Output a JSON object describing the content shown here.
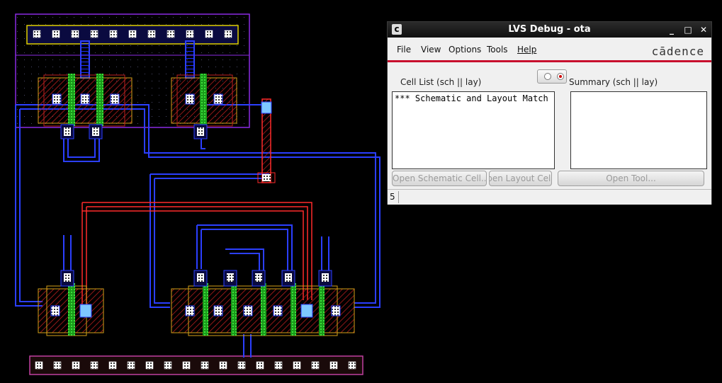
{
  "window": {
    "title": "LVS Debug - ota",
    "minimize": "_",
    "maximize": "□",
    "close": "✕",
    "app_icon": "c",
    "logo": "cādence"
  },
  "menu": [
    "File",
    "View",
    "Options",
    "Tools",
    "Help"
  ],
  "cell_list": {
    "label": "Cell List (sch || lay)",
    "items": [
      "*** Schematic and Layout Match"
    ]
  },
  "summary": {
    "label": "Summary (sch || lay)",
    "items": []
  },
  "buttons": {
    "open_schematic": "Open Schematic Cell...",
    "open_layout": "Open Layout Cell...",
    "open_tool": "Open Tool..."
  },
  "toggle": {
    "selected": "right"
  },
  "status": {
    "value": "5"
  },
  "colors": {
    "accent": "#c8102e",
    "metal1": "#2b3fff",
    "poly": "#ff2a2a",
    "diffusion": "#d4a017",
    "gate": "#27c227",
    "nwell": "#8a2be2",
    "contact": "#7ec8ff"
  }
}
